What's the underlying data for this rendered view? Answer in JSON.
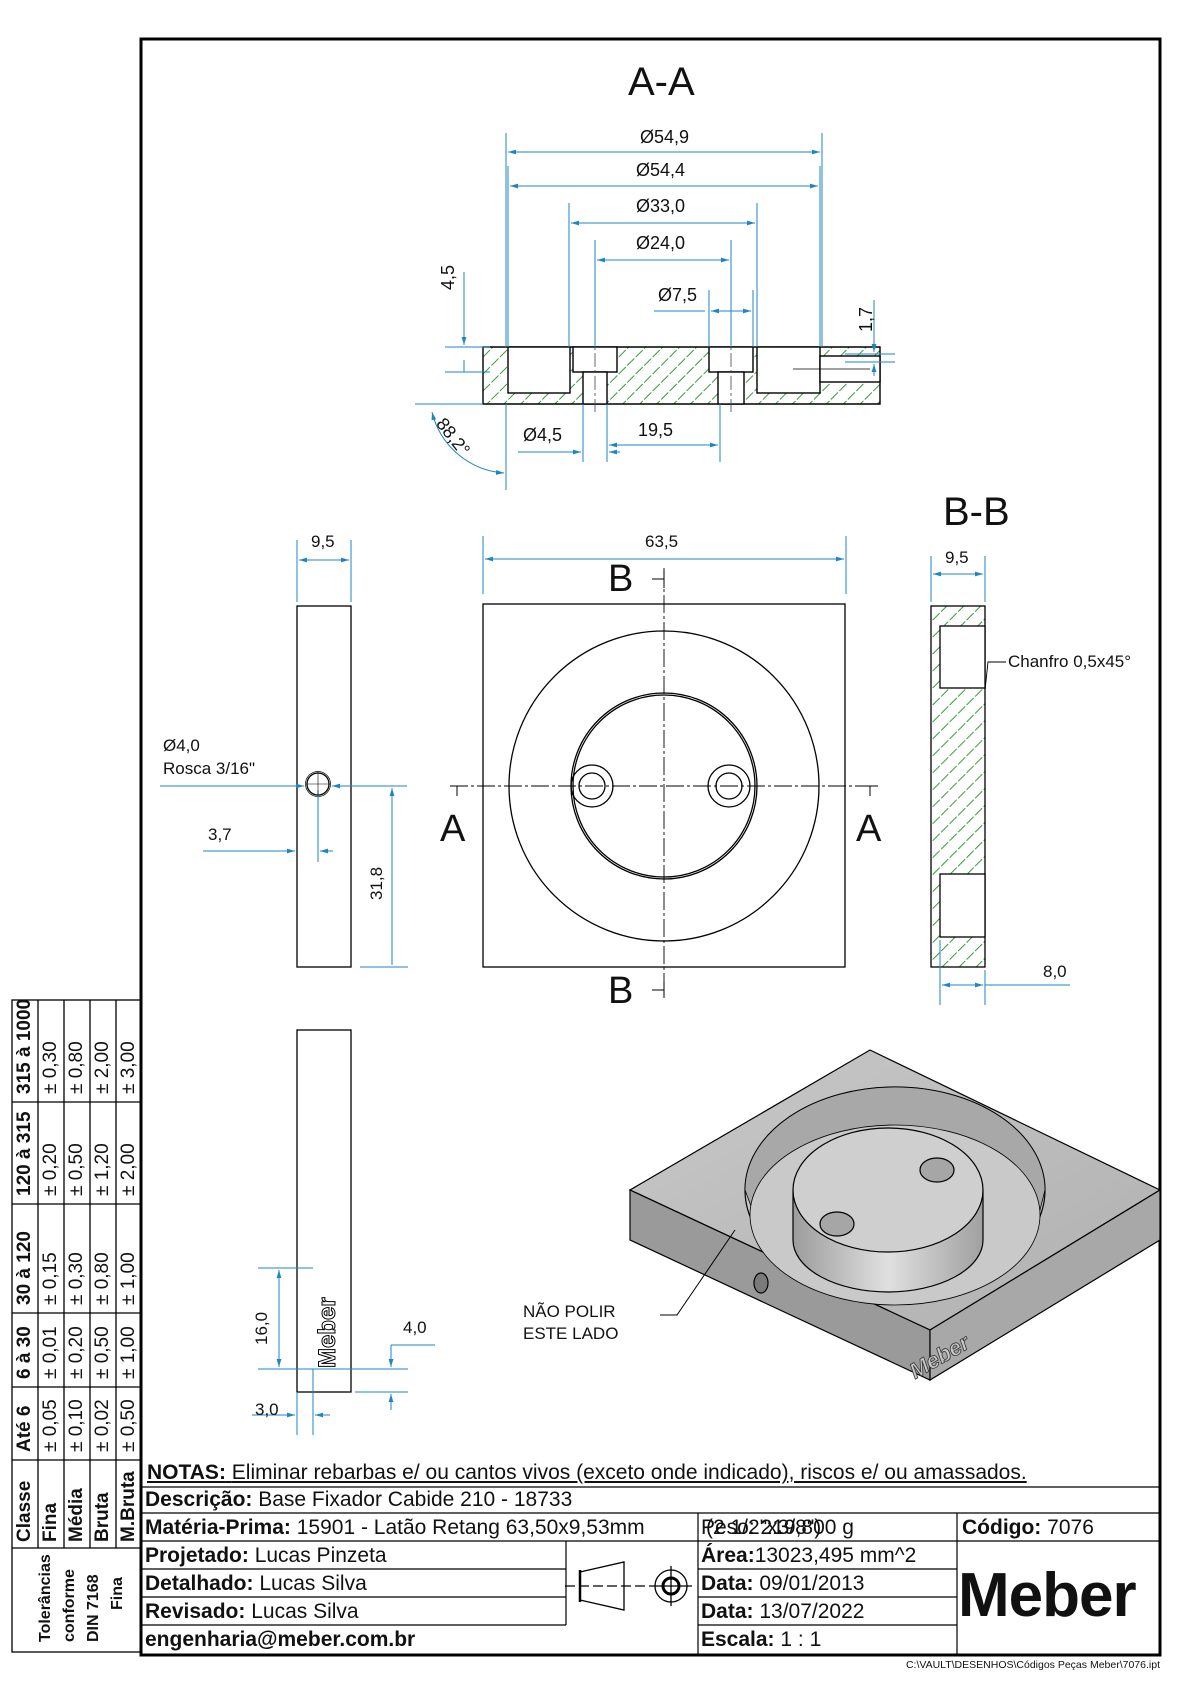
{
  "sheet": {
    "section_aa_title": "A-A",
    "section_bb_title": "B-B",
    "section_markers": {
      "a_left": "A",
      "a_right": "A",
      "b_top": "B",
      "b_bottom": "B"
    },
    "file_path": "C:\\VAULT\\DESENHOS\\Códigos Peças Meber\\7076.ipt"
  },
  "dimensions": {
    "aa": {
      "d1": "Ø54,9",
      "d2": "Ø54,4",
      "d3": "Ø33,0",
      "d4": "Ø24,0",
      "d5": "Ø7,5",
      "depth": "4,5",
      "chamfer_depth": "1,7",
      "angle": "88,2°",
      "hole": "Ø4,5",
      "spacing": "19,5"
    },
    "side": {
      "width": "9,5",
      "hole_dia": "Ø4,0",
      "thread": "Rosca 3/16\"",
      "hole_offset": "3,7",
      "hole_height": "31,8"
    },
    "front": {
      "width": "63,5"
    },
    "bb": {
      "width": "9,5",
      "chamfer": "Chanfro 0,5x45°",
      "pocket": "8,0"
    },
    "engraving": {
      "height": "16,0",
      "offset_bottom": "4,0",
      "offset_side": "3,0",
      "text": "Meber"
    }
  },
  "iso": {
    "note_line1": "NÃO POLIR",
    "note_line2": "ESTE LADO",
    "engraving": "Meber"
  },
  "colors": {
    "dimension": "#1e86c0",
    "hatch": "#3a9a3a",
    "iso_face": "#bdbdbd"
  },
  "tolerances": {
    "title": [
      "Tolerâncias",
      "conforme",
      "DIN 7168",
      "Fina"
    ],
    "header": [
      "Classe",
      "Até 6",
      "6 à 30",
      "30 à 120",
      "120 à 315",
      "315 à 1000"
    ],
    "rows": [
      {
        "cls": "Fina",
        "values": [
          "± 0,05",
          "± 0,01",
          "± 0,15",
          "± 0,20",
          "± 0,30"
        ]
      },
      {
        "cls": "Média",
        "values": [
          "± 0,10",
          "± 0,20",
          "± 0,30",
          "± 0,50",
          "± 0,80"
        ]
      },
      {
        "cls": "Bruta",
        "values": [
          "± 0,02",
          "± 0,50",
          "± 0,80",
          "± 1,20",
          "± 2,00"
        ]
      },
      {
        "cls": "M.Bruta",
        "values": [
          "± 0,50",
          "± 1,00",
          "± 1,00",
          "± 2,00",
          "± 3,00"
        ]
      }
    ]
  },
  "title_block": {
    "notes_label": "NOTAS:",
    "notes_text": "Eliminar rebarbas e/ ou cantos vivos (exceto onde indicado), riscos e/ ou amassados.",
    "descricao_label": "Descrição:",
    "descricao": "Base Fixador Cabide 210 - 18733",
    "materia_label": "Matéria-Prima:",
    "materia": "15901 - Latão Retang 63,50x9,53mm",
    "materia_overlap": "(2 1/2\"x3/8\")",
    "peso_label": "Peso:",
    "peso": "219,800 g",
    "codigo_label": "Código:",
    "codigo": "7076",
    "projetado_label": "Projetado:",
    "projetado": "Lucas Pinzeta",
    "detalhado_label": "Detalhado:",
    "detalhado": "Lucas Silva",
    "revisado_label": "Revisado:",
    "revisado": "Lucas Silva",
    "email": "engenharia@meber.com.br",
    "area_label": "Área:",
    "area": "13023,495 mm^2",
    "data1_label": "Data:",
    "data1": "09/01/2013",
    "data2_label": "Data:",
    "data2": "13/07/2022",
    "escala_label": "Escala:",
    "escala": "1 : 1",
    "logo": "Meber"
  }
}
